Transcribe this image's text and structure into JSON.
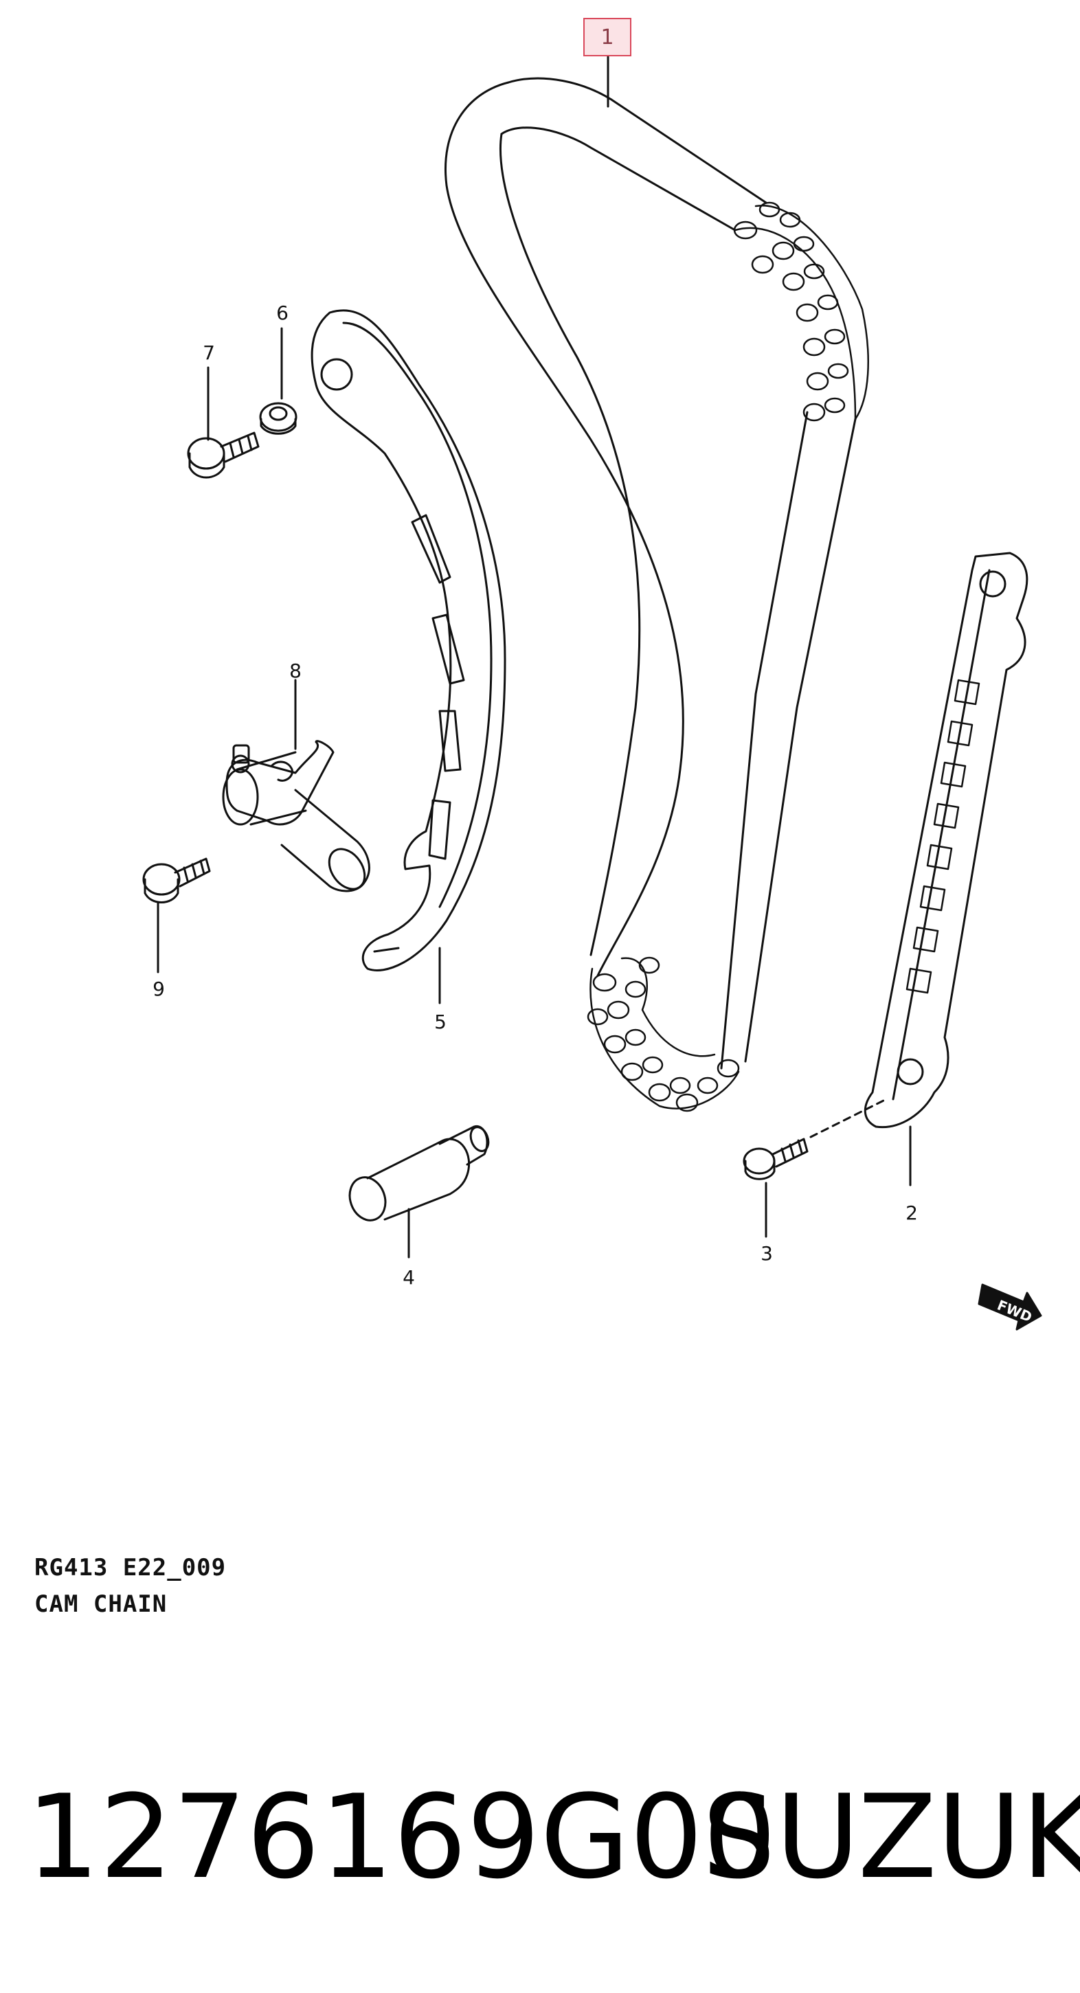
{
  "callouts": {
    "c1": "1",
    "c2": "2",
    "c3": "3",
    "c4": "4",
    "c5": "5",
    "c6": "6",
    "c7": "7",
    "c8": "8",
    "c9": "9"
  },
  "highlight_color": "#d9475a",
  "caption": {
    "line1": "RG413 E22_009",
    "line2": "CAM CHAIN"
  },
  "direction_label": "FWD",
  "footer": {
    "part_number": "1276169G00",
    "brand": "SUZUKI"
  }
}
